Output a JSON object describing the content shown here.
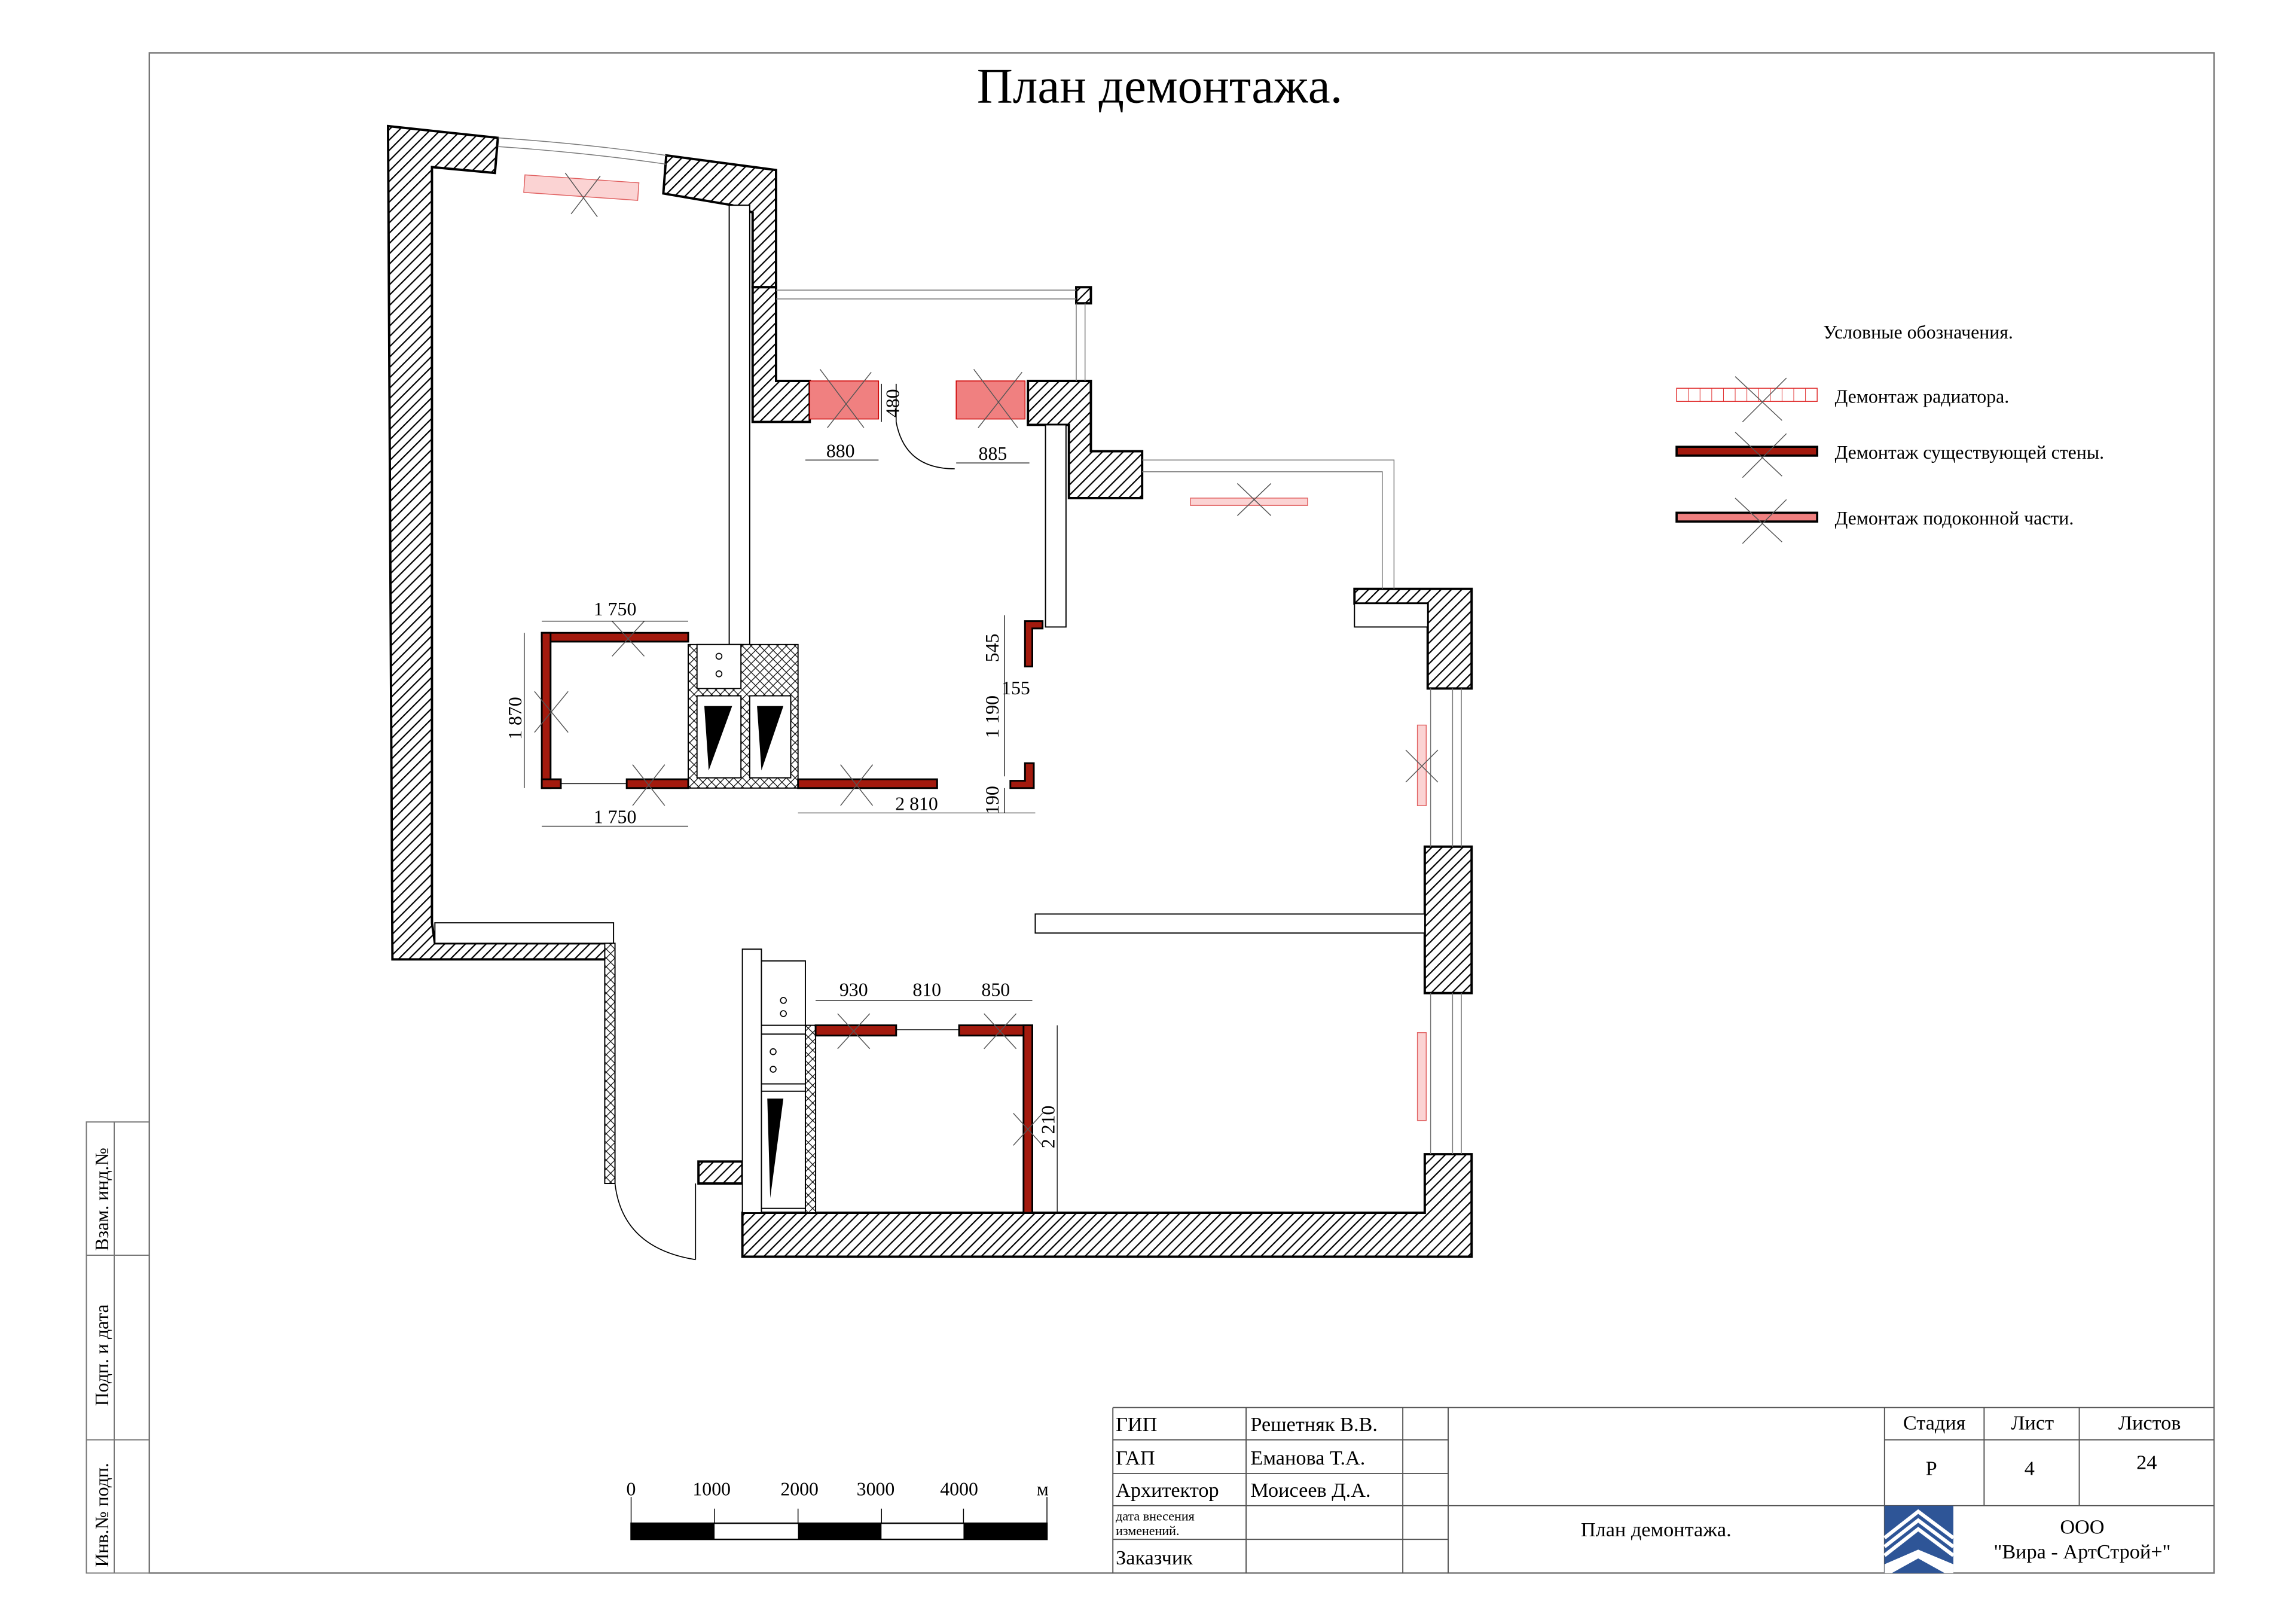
{
  "title": "План демонтажа.",
  "legend": {
    "title": "Условные обозначения.",
    "items": [
      {
        "label": "Демонтаж радиатора."
      },
      {
        "label": "Демонтаж существующей стены."
      },
      {
        "label": "Демонтаж подоконной части."
      }
    ],
    "colors": {
      "radiator": "#f08080",
      "wall": "#a31a0e",
      "sill": "#f08080"
    }
  },
  "dimensions": {
    "d880": "880",
    "d885": "885",
    "d480": "480",
    "d1750a": "1 750",
    "d1750b": "1 750",
    "d1870": "1 870",
    "d2810": "2 810",
    "d545": "545",
    "d155": "155",
    "d1190": "1 190",
    "d190": "190",
    "d930": "930",
    "d810": "810",
    "d850": "850",
    "d2210": "2 210"
  },
  "scale_bar": {
    "labels": [
      "0",
      "1000",
      "2000",
      "3000",
      "4000"
    ],
    "unit": "м"
  },
  "side_stamp": [
    "Взам. инд.№",
    "Подп. и дата",
    "Инв.№ подп."
  ],
  "title_block": {
    "roles": [
      "ГИП",
      "ГАП",
      "Архитектор",
      "дата внесения",
      "изменений.",
      "Заказчик"
    ],
    "names": [
      "Решетняк В.В.",
      "Еманова Т.А.",
      "Моисеев Д.А."
    ],
    "headers": [
      "Стадия",
      "Лист",
      "Листов"
    ],
    "values": [
      "Р",
      "4",
      "24"
    ],
    "sheet_title": "План демонтажа.",
    "company_line1": "ООО",
    "company_line2": "\"Вира - АртСтрой+\"",
    "logo_color": "#2e5597"
  }
}
